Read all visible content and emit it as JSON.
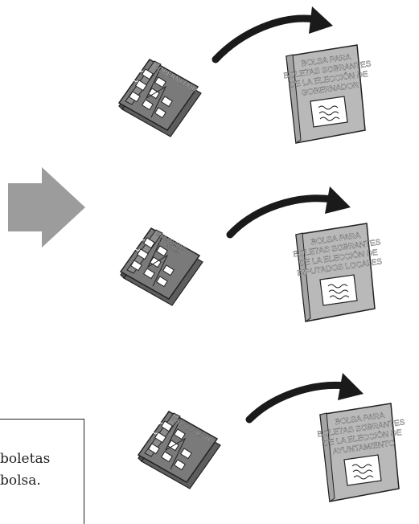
{
  "panels": [
    {
      "booklet_label": "GOBERNADOR",
      "bag_lines": [
        "BOLSA PARA",
        "BOLETAS SOBRANTES",
        "DE LA ELECCIÓN DE",
        "GOBERNADOR"
      ]
    },
    {
      "booklet_label": "DIPUTADOS LOCALES",
      "booklet_label_lines": [
        "DIPUTADOS",
        "LOCALES"
      ],
      "bag_lines": [
        "BOLSA PARA",
        "BOLETAS SOBRANTES",
        "DE LA ELECCIÓN DE",
        "DIPUTADOS LOCALES"
      ]
    },
    {
      "booklet_label": "AYUNTAMIENTO",
      "bag_lines": [
        "BOLSA PARA",
        "BOLETAS SOBRANTES",
        "DE LA ELECCIÓN DE",
        "AYUNTAMIENTO"
      ]
    }
  ],
  "note": {
    "line1": "boletas",
    "line2": "bolsa."
  },
  "colors": {
    "booklet_fill": "#7a7a7a",
    "booklet_side": "#5e5e5e",
    "bag_fill": "#b9b9b9",
    "arrow": "#1a1a1a",
    "big_arrow": "#9c9c9c"
  }
}
